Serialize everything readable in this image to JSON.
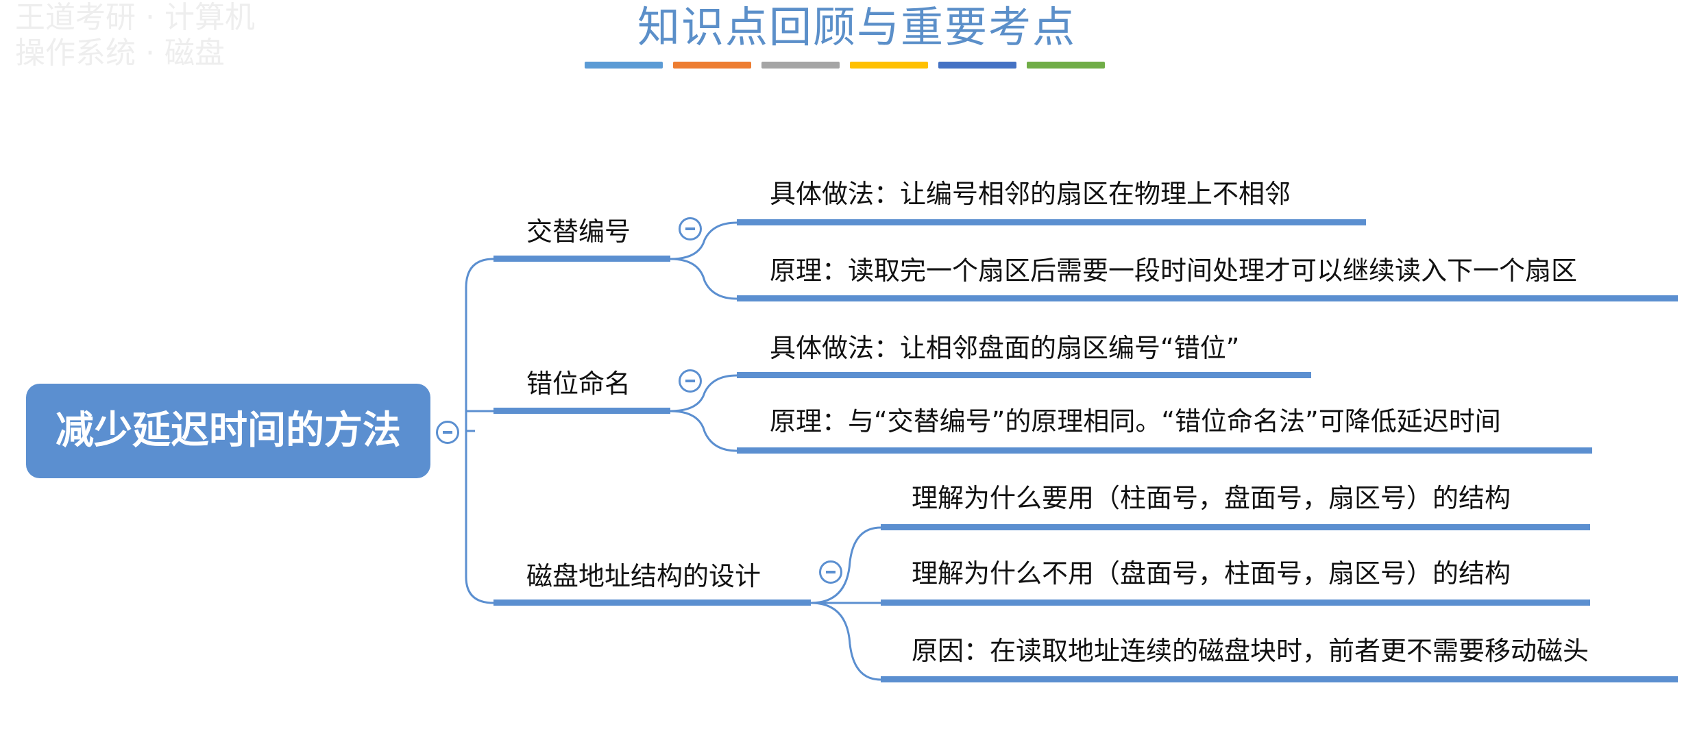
{
  "watermark": {
    "line1": "王道考研 · 计算机",
    "line2": "操作系统 · 磁盘"
  },
  "title": "知识点回顾与重要考点",
  "title_bar_colors": [
    "#5b9bd5",
    "#ed7d31",
    "#a5a5a5",
    "#ffc000",
    "#4472c4",
    "#70ad47"
  ],
  "root": {
    "label": "减少延迟时间的方法"
  },
  "branches": [
    {
      "label": "交替编号",
      "children": [
        "具体做法：让编号相邻的扇区在物理上不相邻",
        "原理：读取完一个扇区后需要一段时间处理才可以继续读入下一个扇区"
      ]
    },
    {
      "label": "错位命名",
      "children": [
        "具体做法：让相邻盘面的扇区编号“错位”",
        "原理：与“交替编号”的原理相同。“错位命名法”可降低延迟时间"
      ]
    },
    {
      "label": "磁盘地址结构的设计",
      "children": [
        "理解为什么要用（柱面号，盘面号，扇区号）的结构",
        "理解为什么不用（盘面号，柱面号，扇区号）的结构",
        "原因：在读取地址连续的磁盘块时，前者更不需要移动磁头"
      ]
    }
  ]
}
